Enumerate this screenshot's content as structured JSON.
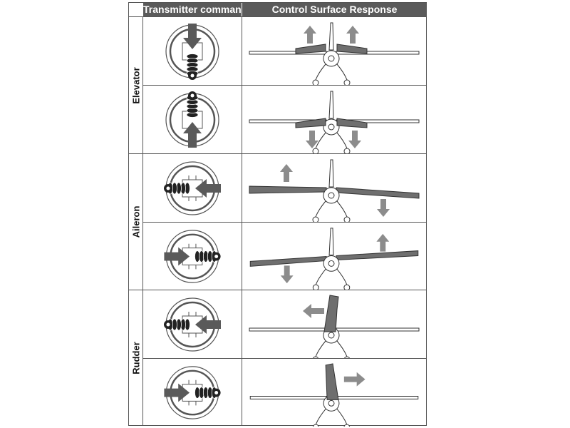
{
  "header": {
    "transmitter_label": "Transmitter command",
    "response_label": "Control Surface Response"
  },
  "groups": [
    {
      "label": "Elevator"
    },
    {
      "label": "Aileron"
    },
    {
      "label": "Rudder"
    }
  ],
  "rows": [
    {
      "group": "Elevator",
      "stick": "down",
      "surface": "elevator",
      "movement": "up"
    },
    {
      "group": "Elevator",
      "stick": "up",
      "surface": "elevator",
      "movement": "down"
    },
    {
      "group": "Aileron",
      "stick": "left",
      "surface": "ailerons",
      "movement": "left-up-right-down"
    },
    {
      "group": "Aileron",
      "stick": "right",
      "surface": "ailerons",
      "movement": "left-down-right-up"
    },
    {
      "group": "Rudder",
      "stick": "left",
      "surface": "rudder",
      "movement": "left"
    },
    {
      "group": "Rudder",
      "stick": "right",
      "surface": "rudder",
      "movement": "right"
    }
  ],
  "colors": {
    "header_bg": "#5a5a5a",
    "arrow_dark": "#5a5a5a",
    "arrow_light": "#8c8c8c",
    "surface_fill": "#6f6f6f",
    "line": "#333333"
  },
  "icons": [
    "gimbal-icon",
    "control-arrow-icon",
    "airplane-front-view-icon",
    "response-arrow-icon"
  ]
}
